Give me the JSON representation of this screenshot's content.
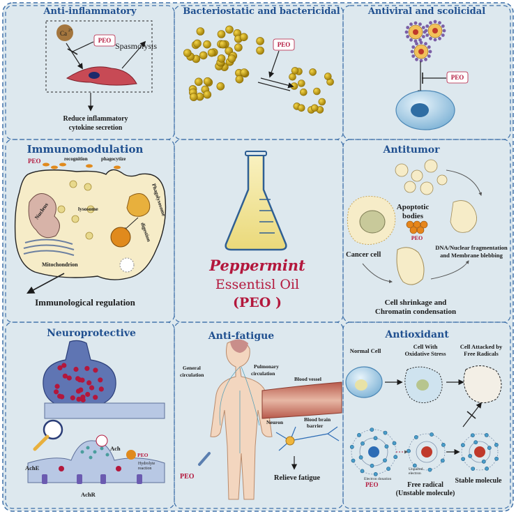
{
  "panels": {
    "anti_inflammatory": {
      "title": "Anti-inflammatory",
      "ion": "Ca",
      "ion_charge": "2+",
      "agent": "PEO",
      "effect": "Spasmolysis",
      "result_line1": "Reduce inflammatory",
      "result_line2": "cytokine secretion"
    },
    "bacteriostatic": {
      "title": "Bacteriostatic and bactericidal",
      "agent": "PEO"
    },
    "antiviral": {
      "title": "Antiviral and scolicidal",
      "agent": "PEO"
    },
    "immunomodulation": {
      "title": "Immunomodulation",
      "agent": "PEO",
      "recognition": "recognition",
      "phagocytize": "phagocytize",
      "nucleus": "Nucleus",
      "lysosome": "lysosome",
      "phagolysosome": "Phagolysosome",
      "digestion": "digestion",
      "mitochondrion": "Mitochondrion",
      "result": "Immunological regulation"
    },
    "center": {
      "line1": "Peppermint",
      "line2": "Essentisl Oil",
      "line3": "(PEO )"
    },
    "antitumor": {
      "title": "Antitumor",
      "apoptotic1": "Apoptotic",
      "apoptotic2": "bodies",
      "agent": "PEO",
      "cancer_cell": "Cancer cell",
      "dna1": "DNA/Nuclear fragmentation",
      "dna2": "and Membrane blebbing",
      "shrink1": "Cell shrinkage and",
      "shrink2": "Chromatin condensation"
    },
    "neuroprotective": {
      "title": "Neuroprotective",
      "ach": "Ach",
      "agent": "PEO",
      "hydrolyte1": "Hydrolyte",
      "hydrolyte2": "reaction",
      "ache": "AchE",
      "achr": "AchR"
    },
    "anti_fatigue": {
      "title": "Anti-fatigue",
      "general1": "General",
      "general2": "circulation",
      "pulmonary1": "Pulmonary",
      "pulmonary2": "circulation",
      "blood_vessel": "Blood vessel",
      "bbb1": "Blood brain",
      "bbb2": "barrier",
      "neuron": "Neuron",
      "agent": "PEO",
      "result": "Relieve fatigue"
    },
    "antioxidant": {
      "title": "Antioxidant",
      "normal": "Normal  Cell",
      "oxid1": "Cell With",
      "oxid2": "Oxidative Stress",
      "attack1": "Cell Attacked by",
      "attack2": "Free Radicals",
      "unpaired1": "Unpaired",
      "unpaired2": "electron",
      "donation": "Electron donation",
      "agent": "PEO",
      "free1": "Free  radical",
      "free2": "(Unstable molecule)",
      "stable": "Stable molecule"
    }
  },
  "colors": {
    "title": "#1f4f8f",
    "peo": "#b3173c",
    "panel_bg": "#dde8ee",
    "border": "#3d6fa8",
    "bacteria": "#c9a312",
    "cell": "#f6ecc8"
  }
}
